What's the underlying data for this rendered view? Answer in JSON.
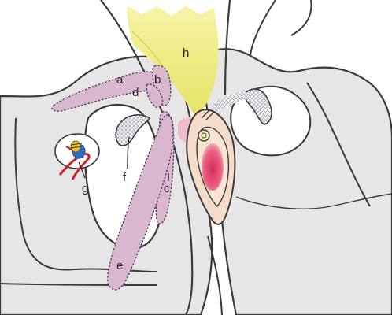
{
  "labels": {
    "a": "a",
    "b": "b",
    "c": "c",
    "d": "d",
    "e": "e",
    "f": "f",
    "g": "g",
    "h": "h"
  },
  "colors": {
    "background": "#ffffff",
    "bone": "#e6e6e6",
    "outline": "#3a3a3a",
    "muscle_pink": "#d9b7cf",
    "muscle_dots": "#4a3a45",
    "tooth_yellow": "#f3f09a",
    "tooth_yellow_light": "#fbf9c6",
    "capsule_peach": "#f4dcc8",
    "lesion_red": "#dc3f66",
    "lesion_pink": "#efb3c2",
    "nerve_red": "#c8202a",
    "nerve_blue": "#2b6ec9",
    "nerve_yellow": "#e7c23a",
    "mesh_grey": "#b9b9c7"
  }
}
